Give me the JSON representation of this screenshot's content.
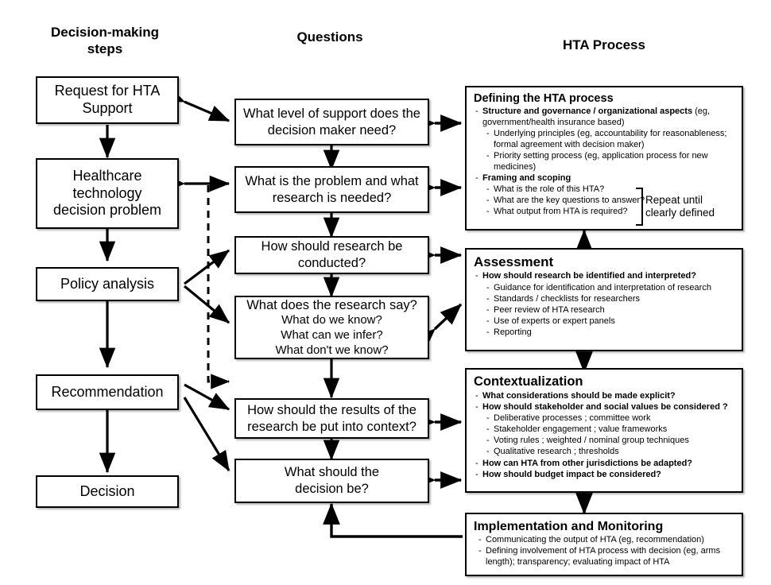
{
  "columns": [
    {
      "id": "decision-making-steps",
      "title": "Decision-making\nsteps",
      "line1": "Decision-making",
      "line2": "steps"
    },
    {
      "id": "questions",
      "title": "Questions"
    },
    {
      "id": "hta-process",
      "title": "HTA Process"
    }
  ],
  "steps": [
    {
      "id": "request-for-hta-support",
      "line1": "Request for HTA",
      "line2": "Support"
    },
    {
      "id": "healthcare-technology-decision-problem",
      "line1": "Healthcare",
      "line2": "technology",
      "line3": "decision problem"
    },
    {
      "id": "policy-analysis",
      "line1": "Policy analysis"
    },
    {
      "id": "recommendation",
      "line1": "Recommendation"
    },
    {
      "id": "decision",
      "line1": "Decision"
    }
  ],
  "questions": [
    {
      "id": "q-level-of-support",
      "lines": [
        "What level of support does the",
        "decision maker need?"
      ]
    },
    {
      "id": "q-problem-and-research",
      "lines": [
        "What is the problem and what",
        "research is needed?"
      ]
    },
    {
      "id": "q-research-conducted",
      "lines": [
        "How should research be",
        "conducted?"
      ]
    },
    {
      "id": "q-what-research-say",
      "main": "What does the research say?",
      "lines": [
        "What do we know?",
        "What can we infer?",
        "What don't we know?"
      ]
    },
    {
      "id": "q-results-into-context",
      "lines": [
        "How should the results of the",
        "research be put into context?"
      ]
    },
    {
      "id": "q-what-decision",
      "lines": [
        "What should the",
        "decision be?"
      ]
    }
  ],
  "hta_boxes": [
    {
      "id": "defining-the-hta-process",
      "title": "Defining the HTA process",
      "items": [
        {
          "level": 1,
          "bold_prefix": "Structure and governance / organizational aspects",
          "rest": " (eg, government/health insurance based)"
        },
        {
          "level": 2,
          "bold_prefix": "",
          "rest": "Underlying principles (eg, accountability for reasonableness; formal agreement with decision maker)"
        },
        {
          "level": 2,
          "bold_prefix": "",
          "rest": "Priority setting process (eg, application process for new medicines)"
        },
        {
          "level": 1,
          "bold_prefix": "Framing and scoping",
          "rest": ""
        },
        {
          "level": 2,
          "bold_prefix": "",
          "rest": "What is the role of this HTA?"
        },
        {
          "level": 2,
          "bold_prefix": "",
          "rest": "What are the key questions to answer?"
        },
        {
          "level": 2,
          "bold_prefix": "",
          "rest": "What output from HTA is required?"
        }
      ],
      "annotation": {
        "id": "repeat-until-clearly-defined",
        "line1": "Repeat until",
        "line2": "clearly defined"
      }
    },
    {
      "id": "assessment",
      "title": "Assessment",
      "items": [
        {
          "level": 1,
          "bold_prefix": "How should research be identified and interpreted?",
          "rest": ""
        },
        {
          "level": 2,
          "bold_prefix": "",
          "rest": "Guidance for identification and interpretation of research"
        },
        {
          "level": 2,
          "bold_prefix": "",
          "rest": "Standards / checklists for researchers"
        },
        {
          "level": 2,
          "bold_prefix": "",
          "rest": "Peer review of HTA research"
        },
        {
          "level": 2,
          "bold_prefix": "",
          "rest": "Use of experts or expert panels"
        },
        {
          "level": 2,
          "bold_prefix": "",
          "rest": "Reporting"
        }
      ]
    },
    {
      "id": "contextualization",
      "title": "Contextualization",
      "items": [
        {
          "level": 1,
          "bold_prefix": "What considerations should be made explicit?",
          "rest": ""
        },
        {
          "level": 1,
          "bold_prefix": "How should stakeholder and social values be considered ?",
          "rest": ""
        },
        {
          "level": 2,
          "bold_prefix": "",
          "rest": "Deliberative processes ; committee work"
        },
        {
          "level": 2,
          "bold_prefix": "",
          "rest": "Stakeholder engagement ; value frameworks"
        },
        {
          "level": 2,
          "bold_prefix": "",
          "rest": "Voting rules ; weighted / nominal group techniques"
        },
        {
          "level": 2,
          "bold_prefix": "",
          "rest": "Qualitative research ;  thresholds"
        },
        {
          "level": 1,
          "bold_prefix": "How can HTA from other jurisdictions be adapted?",
          "rest": ""
        },
        {
          "level": 1,
          "bold_prefix": "How should budget impact be considered?",
          "rest": ""
        }
      ]
    },
    {
      "id": "implementation-and-monitoring",
      "title": "Implementation and Monitoring",
      "items": [
        {
          "level": 2,
          "bold_prefix": "",
          "rest": "Communicating the output of HTA (eg, recommendation)"
        },
        {
          "level": 2,
          "bold_prefix": "",
          "rest": "Defining involvement of HTA process with decision (eg, arms length);  transparency; evaluating impact of HTA"
        }
      ]
    }
  ],
  "colors": {
    "stroke": "#000000",
    "fill": "#ffffff"
  }
}
